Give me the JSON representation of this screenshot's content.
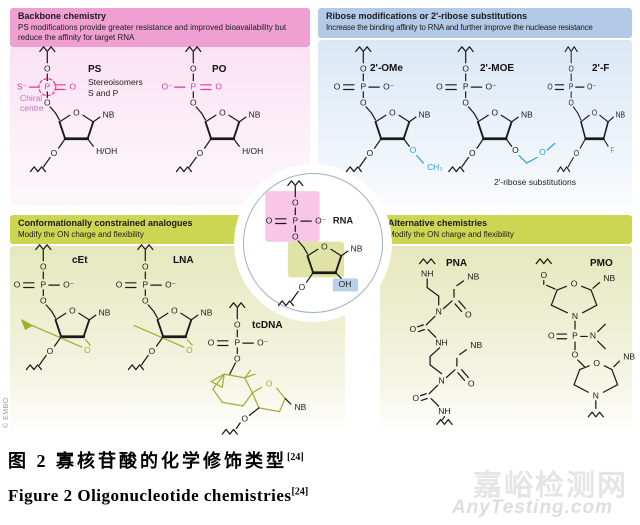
{
  "panels": {
    "backbone": {
      "title": "Backbone chemistry",
      "desc": "PS modifications provide greater resistance and improved bioavailability but reduce the affinity for target RNA"
    },
    "ribose": {
      "title": "Ribose modifications or 2'-ribose substitutions",
      "desc": "Increase the binding affinity to RNA and further improve the nuclease resistance",
      "footnote": "2'-ribose substitutions"
    },
    "constrained": {
      "title": "Conformationally constrained analogues",
      "desc": "Modify the ON charge and flexibility"
    },
    "alternative": {
      "title": "Alternative chemistries",
      "desc": "Modify the ON charge and flexibility"
    }
  },
  "structures": {
    "ps": {
      "label": "PS",
      "sub1": "Stereoisomers",
      "sub2": "S and P",
      "annotation": "Chiral centre"
    },
    "po": {
      "label": "PO"
    },
    "ome": {
      "label": "2'-OMe"
    },
    "moe": {
      "label": "2'-MOE"
    },
    "f": {
      "label": "2'-F"
    },
    "rna": {
      "label": "RNA"
    },
    "cet": {
      "label": "cEt"
    },
    "lna": {
      "label": "LNA"
    },
    "tcdna": {
      "label": "tcDNA"
    },
    "pna": {
      "label": "PNA"
    },
    "pmo": {
      "label": "PMO"
    }
  },
  "atoms": {
    "o": "O",
    "om": "O⁻",
    "sm": "S⁻",
    "p": "P",
    "nb": "NB",
    "hoh": "H/OH",
    "ch3": "CH₃",
    "oh": "OH",
    "f": "F",
    "nh": "NH",
    "n": "N"
  },
  "caption": {
    "zh": "图 2 寡核苷酸的化学修饰类型",
    "en": "Figure 2 Oligonucleotide chemistries",
    "ref": "[24]"
  },
  "watermark": {
    "line1": "嘉峪检测网",
    "line2": "AnyTesting.com"
  },
  "credit": "© EMBO",
  "colors": {
    "pink_header": "#ef9fd2",
    "blue_header": "#b3c9e8",
    "olive_header": "#ccd652",
    "magenta_structure": "#e8359b",
    "blue_substituent": "#2b9fd9",
    "olive_structure": "#9fae2e",
    "circle_border": "#9fb3c4",
    "rna_phosphate_highlight": "#f8c6e6",
    "rna_sugar_highlight": "#dfe3a5",
    "rna_oh_highlight": "#b9d0ea"
  }
}
